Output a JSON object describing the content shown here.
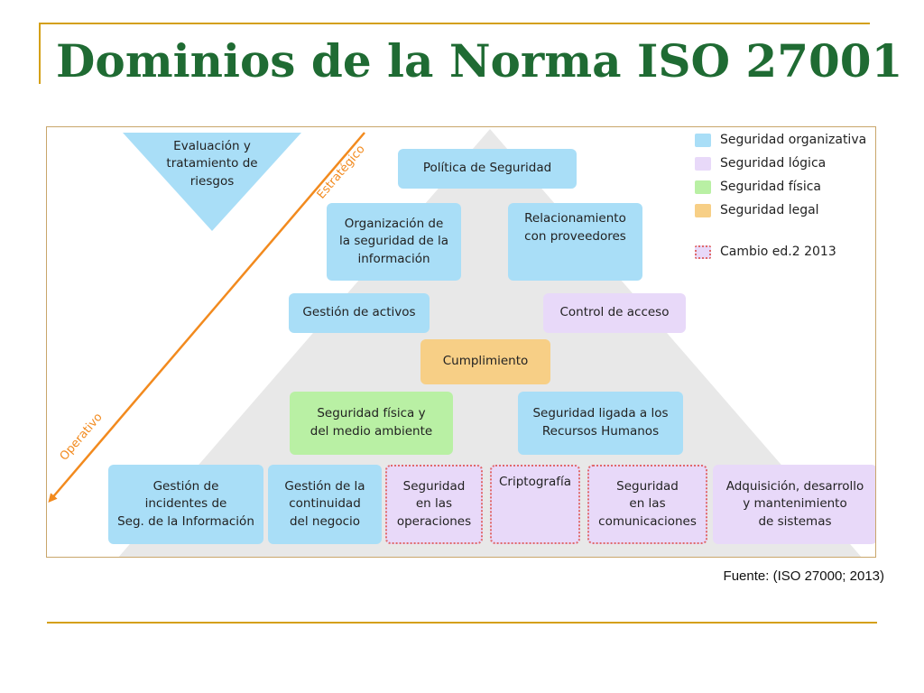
{
  "title": "Dominios de la Norma ISO 27001",
  "source": "Fuente: (ISO 27000; 2013)",
  "colors": {
    "organizativa": "#a9def7",
    "logica": "#e8d9f9",
    "fisica": "#b9f0a4",
    "legal": "#f7cf86",
    "cambio": "#e06a6a",
    "arrow": "#f28a1e",
    "title": "#1f6b33",
    "frame": "#d4a017"
  },
  "risk_triangle": "Evaluación y\ntratamiento de\nriesgos",
  "axis": {
    "strategic": "Estratégico",
    "operative": "Operativo"
  },
  "legend": {
    "organizativa": "Seguridad organizativa",
    "logica": "Seguridad lógica",
    "fisica": "Seguridad física",
    "legal": "Seguridad legal",
    "cambio": "Cambio ed.2 2013"
  },
  "domains": {
    "politica": "Política de Seguridad",
    "organizacion": "Organización de\nla seguridad de la\ninformación",
    "proveedores": "Relacionamiento\ncon proveedores",
    "activos": "Gestión de activos",
    "acceso": "Control de acceso",
    "cumplimiento": "Cumplimiento",
    "fisica_ambiente": "Seguridad física y\ndel medio ambiente",
    "rrhh": "Seguridad ligada a los\nRecursos Humanos",
    "incidentes": "Gestión de\nincidentes de\nSeg. de la Información",
    "continuidad": "Gestión de la\ncontinuidad\ndel negocio",
    "operaciones": "Seguridad\nen las\noperaciones",
    "criptografia": "Criptografía",
    "comunicaciones": "Seguridad\nen las\ncomunicaciones",
    "adquisicion": "Adquisición, desarrollo\ny mantenimiento\nde sistemas"
  }
}
